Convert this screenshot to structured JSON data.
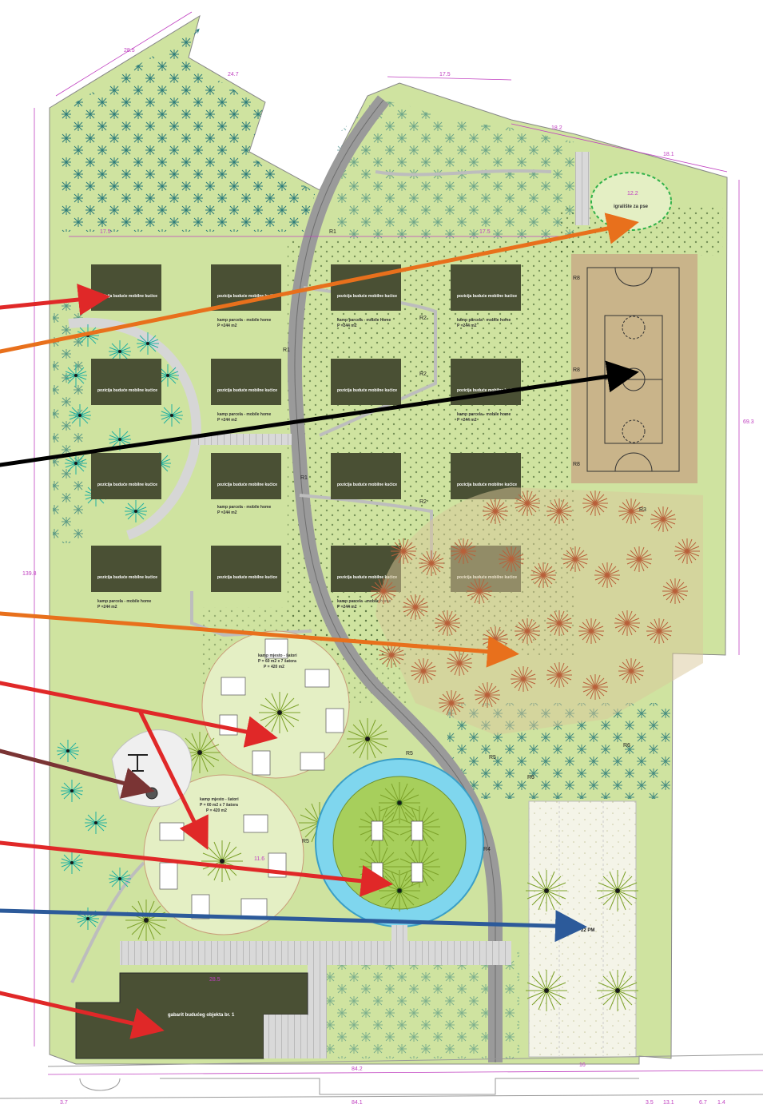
{
  "colors": {
    "lawn": "#cfe3a0",
    "lawn_light": "#e4efc4",
    "road": "#9a9a9a",
    "parcel": "#4a5034",
    "court": "#c9b48a",
    "water": "#7fd6ee",
    "forest": "#c98a5e",
    "pine_green": "#2e8a8a",
    "dim_line": "#c040c0",
    "arrow_red": "#e02828",
    "arrow_orange": "#e8701c",
    "arrow_black": "#000000",
    "arrow_brown": "#7a3434",
    "arrow_blue": "#2c5a9a"
  },
  "parcel_position_label": "pozicija buduće mobilne kućice",
  "parcel_label": "kamp parcela - mobile home",
  "parcel_area": "P =244 m2",
  "tent_zone_1": {
    "title": "kamp mjesto - šatori",
    "line2": "P = 60 m2 x 7 šatora",
    "line3": "P = 420 m2"
  },
  "tent_zone_2": {
    "title": "kamp mjesto - šatori",
    "line2": "P = 60 m2 x 7 šatora",
    "line3": "P = 420 m2"
  },
  "dog_park_label": "igralište za pse",
  "parking_label": "22 PM",
  "building_label": "gabarit budućeg objekta br. 1",
  "dimensions": {
    "top_left": "28.5",
    "top_mid_a": "24.7",
    "top_mid_b": "17.5",
    "top_right_a": "18.2",
    "top_right_b": "18.1",
    "row_17_5_left": "17.5",
    "row_17_5_right": "17.5",
    "dog_width": "12.2",
    "left_height": "139.8",
    "right_height": "69.3",
    "bottom_total": "84.2",
    "bottom_left": "3.7",
    "bottom_mid": "84.1",
    "parking_width": "16",
    "bottom_right_a": "3.5",
    "bottom_right_b": "13.1",
    "bottom_right_c": "6.7",
    "bottom_right_d": "1.4",
    "building_width": "28.5",
    "pool_dim": "11.6"
  },
  "tags": {
    "r1": "R1",
    "r2": "R2",
    "r3": "R3",
    "r4": "R4",
    "r5": "R5",
    "r6": "R6",
    "r8": "R8"
  }
}
